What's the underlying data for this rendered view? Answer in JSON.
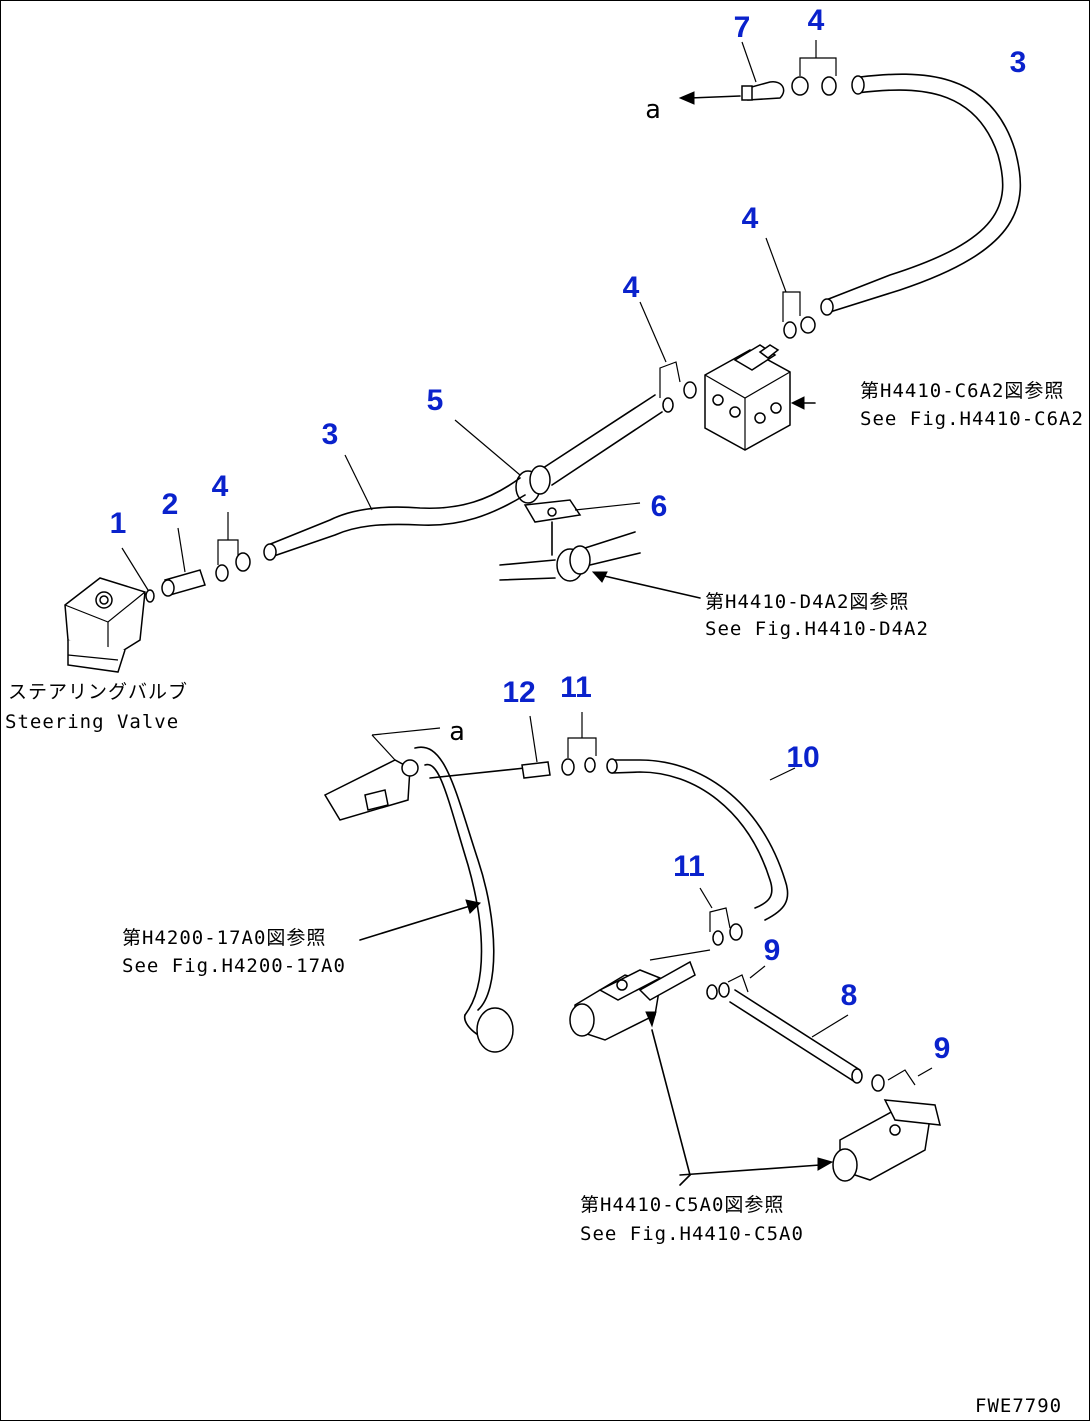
{
  "callouts": {
    "c1": "1",
    "c2": "2",
    "c3a": "3",
    "c3b": "3",
    "c4a": "4",
    "c4b": "4",
    "c4c": "4",
    "c4d": "4",
    "c5": "5",
    "c6": "6",
    "c7": "7",
    "c8": "8",
    "c9a": "9",
    "c9b": "9",
    "c10": "10",
    "c11a": "11",
    "c11b": "11",
    "c12": "12"
  },
  "refs": {
    "a_top": "a",
    "a_bottom": "a"
  },
  "notes": {
    "fig_c6a2_jp": "第H4410-C6A2図参照",
    "fig_c6a2_en": "See Fig.H4410-C6A2",
    "fig_d4a2_jp": "第H4410-D4A2図参照",
    "fig_d4a2_en": "See Fig.H4410-D4A2",
    "steering_valve_jp": "ステアリングバルブ",
    "steering_valve_en": "Steering Valve",
    "fig_17a0_jp": "第H4200-17A0図参照",
    "fig_17a0_en": "See Fig.H4200-17A0",
    "fig_c5a0_jp": "第H4410-C5A0図参照",
    "fig_c5a0_en": "See Fig.H4410-C5A0",
    "drawing_no": "FWE7790"
  }
}
